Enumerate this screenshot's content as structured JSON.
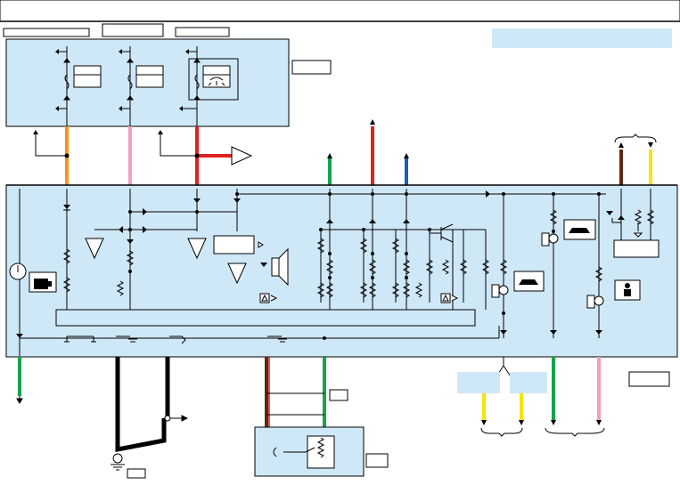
{
  "title": "",
  "header_tabs": [
    {
      "name": "header-tab-1",
      "label": ""
    },
    {
      "name": "header-tab-2",
      "label": ""
    },
    {
      "name": "header-tab-3",
      "label": ""
    }
  ],
  "legend_box": {
    "label": ""
  },
  "modules": {
    "fuse_box": {
      "label": ""
    },
    "combination_meter": {
      "label": ""
    },
    "switch_module": {
      "label": ""
    },
    "connector_box": {
      "label": ""
    },
    "ground_label": {
      "label": ""
    },
    "wire_label": {
      "label": ""
    }
  },
  "fuses": [
    {
      "label": ""
    },
    {
      "label": ""
    },
    {
      "label": ""
    }
  ],
  "wire_colors": {
    "orange": "#f7941d",
    "pink": "#f29ec0",
    "red": "#e02020",
    "green": "#16a34a",
    "blue": "#1a5fb4",
    "brown": "#5b2a0f",
    "yellow": "#f5e30a",
    "black": "#000000",
    "module_fill": "#cfe8f7"
  },
  "icons": [
    "light-bulb-icon",
    "check-engine-icon",
    "speaker-icon",
    "car-icon",
    "seatbelt-icon",
    "ground-icon",
    "clock-gauge-icon"
  ]
}
